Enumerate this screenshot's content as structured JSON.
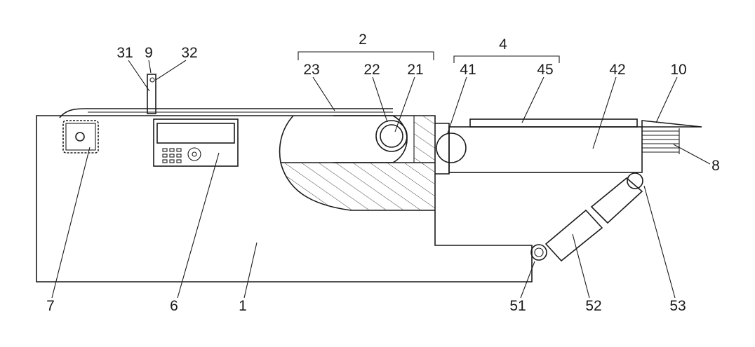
{
  "labels": {
    "l2": "2",
    "l4": "4",
    "l31": "31",
    "l9": "9",
    "l32": "32",
    "l23": "23",
    "l22": "22",
    "l21": "21",
    "l41": "41",
    "l45": "45",
    "l42": "42",
    "l10": "10",
    "l8": "8",
    "l7": "7",
    "l6": "6",
    "l1": "1",
    "l51": "51",
    "l52": "52",
    "l53": "53"
  }
}
